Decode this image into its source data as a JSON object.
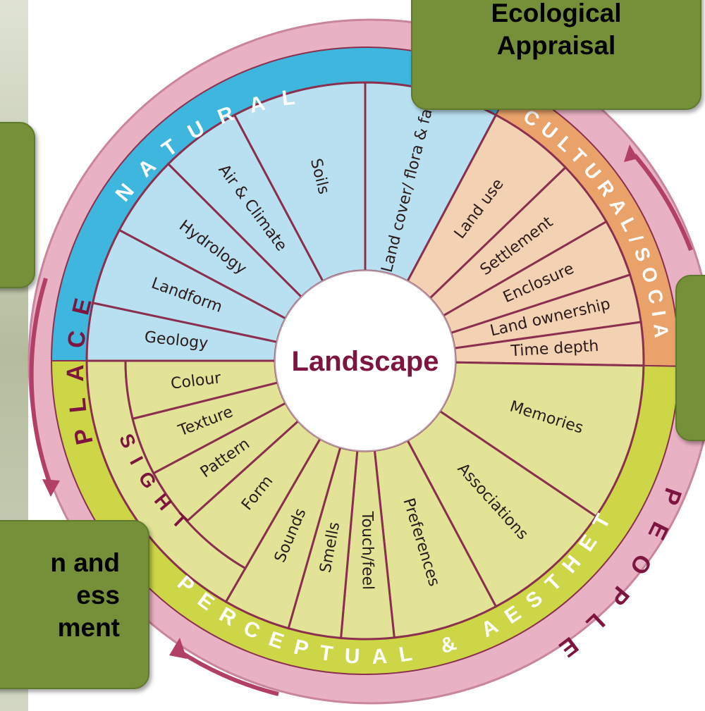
{
  "center_label": "Landscape",
  "ring_labels": {
    "place": "PLACE",
    "people": "PEOPLE",
    "natural": "NATURAL",
    "cultural_social": "CULTURAL/SOCIAL",
    "perceptual_aesthetic": "PERCEPTUAL & AESTHETIC",
    "sight": "SIGHT"
  },
  "segments": {
    "natural": [
      "Land cover/ flora & fauna",
      "Soils",
      "Air & Climate",
      "Hydrology",
      "Landform",
      "Geology"
    ],
    "cultural": [
      "Land use",
      "Settlement",
      "Enclosure",
      "Land ownership",
      "Time depth"
    ],
    "people": [
      "Memories",
      "Associations",
      "Preferences",
      "Touch/feel",
      "Smells",
      "Sounds"
    ],
    "sight": [
      "Form",
      "Pattern",
      "Texture",
      "Colour"
    ]
  },
  "callouts": {
    "top_right": [
      "Ecological",
      "Appraisal"
    ],
    "bottom_left": [
      "n and",
      "ess",
      "ment"
    ]
  },
  "colors": {
    "natural": "#b9e0f0",
    "natural_band": "#3fb6dd",
    "cultural": "#f3d2b3",
    "cultural_band": "#e8a26a",
    "people": "#e2e397",
    "people_band": "#ccd646",
    "outer_ring": "#e9b1c4",
    "divider": "#8a2f4e",
    "center_text": "#7d1540",
    "callout": "#76903a"
  }
}
